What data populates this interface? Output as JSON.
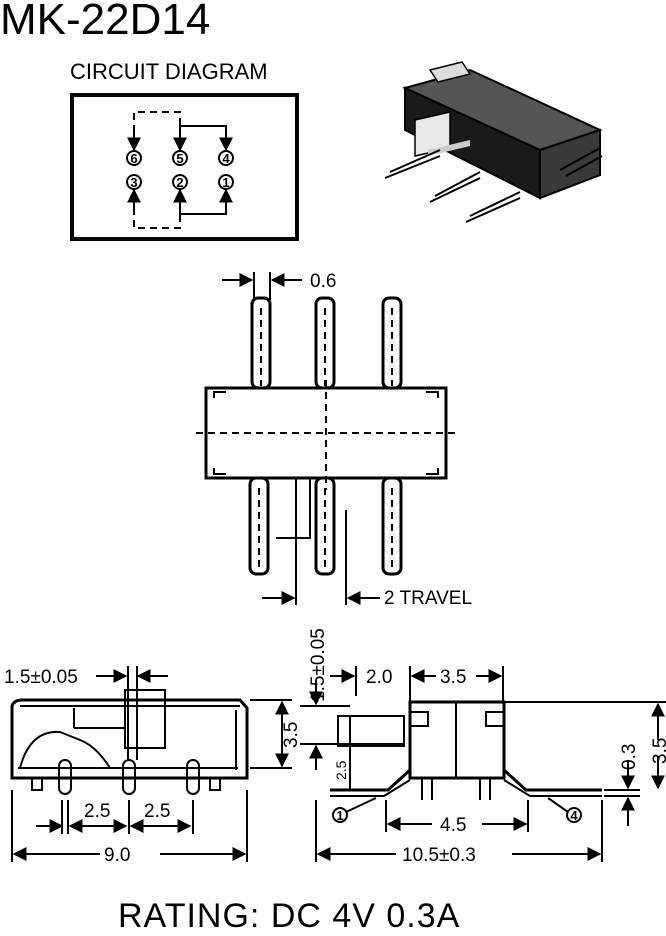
{
  "title": "MK-22D14",
  "circuit_diagram": {
    "label": "CIRCUIT DIAGRAM",
    "pins_top": [
      "6",
      "5",
      "4"
    ],
    "pins_bottom": [
      "3",
      "2",
      "1"
    ]
  },
  "top_view": {
    "pin_width": "0.6",
    "travel": "2 TRAVEL"
  },
  "front_view": {
    "height_tol": "1.5±0.05",
    "height": "3.5",
    "pitch_left": "2.5",
    "pitch_right": "2.5",
    "length": "9.0"
  },
  "side_view": {
    "height_tol": "1.5±0.05",
    "offset": "2.0",
    "width_top": "3.5",
    "knob_height": "2.5",
    "standoff": "0.3",
    "height": "3.5",
    "pin_span": "4.5",
    "total_width": "10.5±0.3",
    "pin_left": "1",
    "pin_right": "4"
  },
  "rating": "RATING: DC 4V  0.3A"
}
